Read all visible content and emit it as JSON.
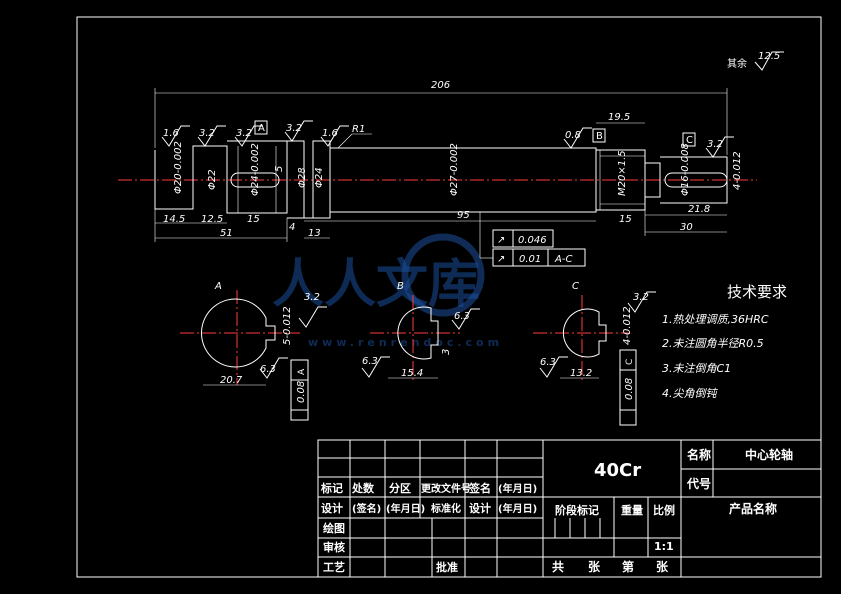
{
  "drawing": {
    "surface_roughness_rest": "其余",
    "surface_roughness_rest_value": "12.5",
    "roughness_marks": [
      "1.6",
      "3.2",
      "3.2",
      "3.2",
      "1.6",
      "0.8",
      "3.2"
    ],
    "datum_labels": [
      "A",
      "B",
      "C"
    ],
    "radius_label": "R1",
    "dimensions": {
      "total_length": "206",
      "len_14_5": "14.5",
      "len_12_5": "12.5",
      "len_15a": "15",
      "len_51": "51",
      "len_4": "4",
      "len_13": "13",
      "len_95": "95",
      "len_19_5": "19.5",
      "len_15b": "15",
      "len_21_8": "21.8",
      "len_30": "30",
      "len_5": "5",
      "dia_20": "Φ20-0.002",
      "dia_22": "Φ22",
      "dia_24": "Φ24-0.002",
      "dia_28": "Φ28",
      "dia_24b": "Φ24",
      "dia_27": "Φ27-0.002",
      "thread": "M20×1.5",
      "dia_16": "Φ16-0.008",
      "keyway_4": "4",
      "keyway_4p": "4-0.012"
    },
    "tolerance_frame": {
      "runout_symbol": "↗",
      "runout_value": "0.046",
      "perp_symbol": "↗",
      "perp_value": "0.01",
      "perp_datum": "A-C"
    },
    "sections": [
      {
        "label": "A",
        "roughness_top": "3.2",
        "roughness_bottom": "6.3",
        "key_dim": "5-0.012",
        "width_dim": "20.7",
        "sym_value": "0.08",
        "sym_datum": "A"
      },
      {
        "label": "B",
        "roughness_top": "6.3",
        "roughness_bottom": "6.3",
        "key_dim": "3",
        "width_dim": "15.4"
      },
      {
        "label": "C",
        "roughness_top": "3.2",
        "roughness_bottom": "6.3",
        "key_dim": "4-0.012",
        "width_dim": "13.2",
        "sym_value": "0.08",
        "sym_datum": "C"
      }
    ]
  },
  "requirements": {
    "title": "技术要求",
    "items": [
      "1.热处理调质,36HRC",
      "2.未注圆角半径R0.5",
      "3.未注倒角C1",
      "4.尖角倒钝"
    ]
  },
  "watermark": {
    "logo_text": "人人文库",
    "url": "www.renrendoc.com"
  },
  "title_block": {
    "material": "40Cr",
    "name_label": "名称",
    "name_value": "中心轮轴",
    "code_label": "代号",
    "header_cells": [
      "标记",
      "处数",
      "分区",
      "更改文件号",
      "签名",
      "(年月日)"
    ],
    "row2_cells": [
      "设计",
      "(签名)",
      "(年月日)",
      "标准化",
      "设计",
      "(年月日)"
    ],
    "row3": "绘图",
    "row4": "审核",
    "row5": "工艺",
    "approve": "批准",
    "stage_mark": "阶段标记",
    "weight": "重量",
    "ratio": "比例",
    "ratio_value": "1:1",
    "product_name": "产品名称",
    "sheets_total": "共",
    "sheets_unit": "张",
    "sheet_no": "第",
    "sheet_unit2": "张"
  }
}
